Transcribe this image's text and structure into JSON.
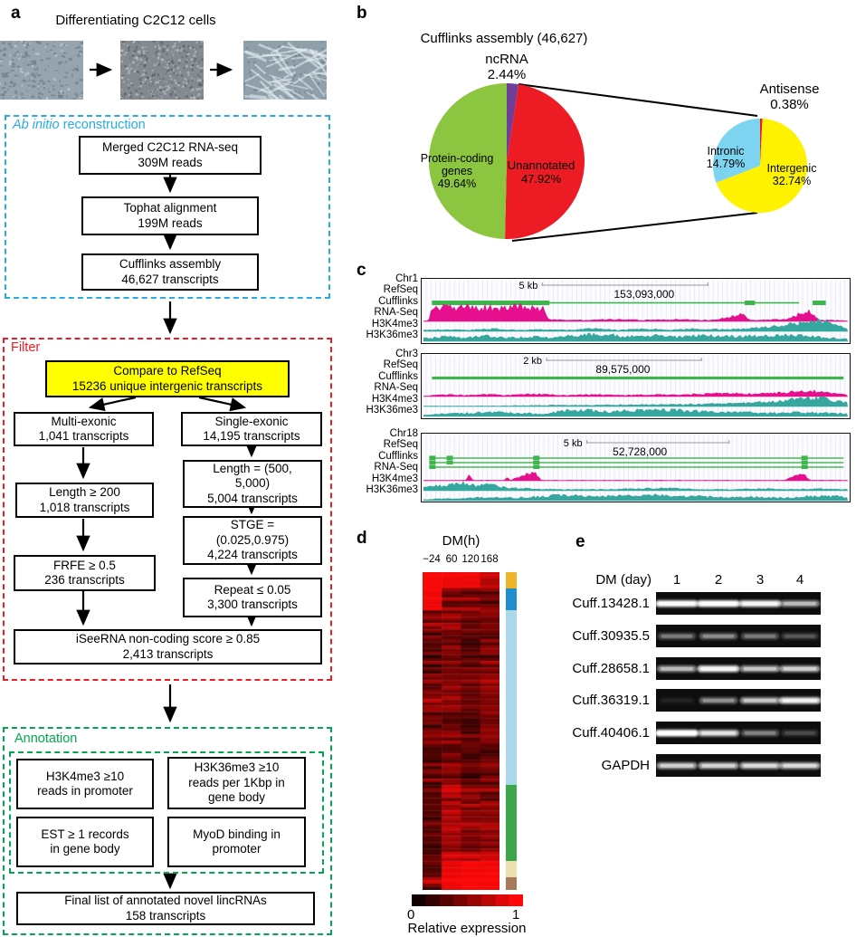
{
  "panels": {
    "a": "a",
    "b": "b",
    "c": "c",
    "d": "d",
    "e": "e"
  },
  "colors": {
    "ab_initio_cyan": "#29abe2",
    "filter_red": "#ec1c24",
    "annotation_green": "#00a651",
    "compare_box_yellow": "#ffff00",
    "track_green": "#3cb54a",
    "track_magenta": "#e6108e",
    "track_teal": "#35a79f",
    "heat_red": "#ff0000",
    "heat_black": "#120000"
  },
  "panel_a": {
    "title": "Differentiating C2C12 cells",
    "micrographs": [
      {
        "name": "proliferating-cells",
        "style": "sparse",
        "base": "#95a4ae",
        "dark": "#55636d",
        "light": "#cfdae0"
      },
      {
        "name": "confluent-cells",
        "style": "dense",
        "base": "#848b90",
        "dark": "#4e5357",
        "light": "#c9ced2"
      },
      {
        "name": "myotubes",
        "style": "streaks",
        "base": "#8fa0ab",
        "dark": "#5a6a74",
        "light": "#e8f0f4"
      }
    ],
    "ab_initio": {
      "label_italic": "Ab initio",
      "label_rest": " reconstruction",
      "boxes": [
        "Merged C2C12 RNA-seq\n309M reads",
        "Tophat alignment\n199M reads",
        "Cufflinks assembly\n46,627 transcripts"
      ]
    },
    "filter": {
      "label": "Filter",
      "compare_box": "Compare to RefSeq\n15236 unique intergenic transcripts",
      "left_branch": [
        "Multi-exonic\n1,041 transcripts",
        "Length ≥ 200\n1,018 transcripts",
        "FRFE ≥ 0.5\n236 transcripts"
      ],
      "right_branch": [
        "Single-exonic\n14,195 transcripts",
        "Length = (500,\n5,000)\n5,004 transcripts",
        "STGE =\n(0.025,0.975)\n4,224 transcripts",
        "Repeat ≤ 0.05\n3,300 transcripts"
      ],
      "merge_box": "iSeeRNA non-coding score ≥ 0.85\n2,413 transcripts"
    },
    "annotation": {
      "label": "Annotation",
      "criteria": [
        "H3K4me3 ≥10\nreads in promoter",
        "H3K36me3 ≥10\nreads per 1Kbp in\ngene body",
        "EST ≥ 1 records\nin gene body",
        "MyoD binding in\npromoter"
      ],
      "final_box": "Final list of annotated novel lincRNAs\n158 transcripts"
    }
  },
  "panel_b": {
    "labels": {
      "ncrna": "ncRNA\n2.44%",
      "protein": "Protein-coding\ngenes\n49.64%",
      "unannotated": "Unannotated\n47.92%",
      "antisense": "Antisense\n0.38%",
      "intronic": "Intronic\n14.79%",
      "intergenic": "Intergenic\n32.74%"
    }
  },
  "chart_data": [
    {
      "id": "cufflinks_pie",
      "type": "pie",
      "title": "Cufflinks assembly (46,627)",
      "slices": [
        {
          "label": "ncRNA",
          "value": 2.44,
          "color": "#6f3f98"
        },
        {
          "label": "Unannotated",
          "value": 47.92,
          "color": "#ed1c24"
        },
        {
          "label": "Protein-coding genes",
          "value": 49.64,
          "color": "#8cc540"
        }
      ]
    },
    {
      "id": "unannotated_zoom_pie",
      "type": "pie",
      "slices": [
        {
          "label": "Antisense",
          "value": 0.38,
          "color": "#ed1c24"
        },
        {
          "label": "Intergenic",
          "value": 32.74,
          "color": "#fef200"
        },
        {
          "label": "Intronic",
          "value": 14.79,
          "color": "#7dd4f0"
        }
      ]
    },
    {
      "id": "expression_heatmap",
      "type": "heatmap",
      "title": "DM(h)",
      "columns": [
        "−24",
        "60",
        "120",
        "168"
      ],
      "rows": 100,
      "seed": 20,
      "clusters": [
        {
          "name": "cluster-1",
          "color": "#f0b429",
          "rows": 5,
          "profile": [
            [
              0.95,
              1
            ],
            [
              0.9,
              1
            ],
            [
              0.9,
              1
            ],
            [
              0.55,
              1
            ]
          ]
        },
        {
          "name": "cluster-2",
          "color": "#1f8ece",
          "rows": 7,
          "profile": [
            [
              0.9,
              1
            ],
            [
              0.1,
              0.9
            ],
            [
              0.1,
              0.8
            ],
            [
              0.1,
              0.8
            ]
          ]
        },
        {
          "name": "cluster-3",
          "color": "#a8d8ea",
          "rows": 55,
          "profile": [
            [
              0,
              0.8
            ],
            [
              0.1,
              0.75
            ],
            [
              0.05,
              0.6
            ],
            [
              0.1,
              0.75
            ]
          ]
        },
        {
          "name": "cluster-4",
          "color": "#3ba64a",
          "rows": 24,
          "profile": [
            [
              0.05,
              0.6
            ],
            [
              0.35,
              1
            ],
            [
              0.25,
              0.9
            ],
            [
              0.15,
              0.95
            ]
          ]
        },
        {
          "name": "cluster-5",
          "color": "#ece0b2",
          "rows": 5,
          "profile": [
            [
              0.05,
              0.5
            ],
            [
              0.7,
              1
            ],
            [
              0.9,
              1
            ],
            [
              0.9,
              1
            ]
          ]
        },
        {
          "name": "cluster-6",
          "color": "#a5795a",
          "rows": 4,
          "profile": [
            [
              0.1,
              0.9
            ],
            [
              0.9,
              1
            ],
            [
              0.95,
              1
            ],
            [
              0.95,
              1
            ]
          ]
        }
      ],
      "colorbar": {
        "min_label": "0",
        "max_label": "1",
        "label": "Relative expression",
        "steps": 8
      }
    }
  ],
  "panel_c": {
    "tracks": [
      {
        "labels": [
          "Chr1",
          "RefSeq",
          "Cufflinks",
          "RNA-Seq",
          "H3K4me3",
          "H3K36me3"
        ],
        "scale_label": "5 kb",
        "position_label": "153,093,000",
        "seed": 101,
        "scale_line": [
          0.28,
          0.67
        ],
        "pos_text_frac": 0.52,
        "cufflinks": {
          "thin": [
            [
              0.02,
              0.885
            ]
          ],
          "thick": [
            [
              0.02,
              0.297
            ],
            [
              0.757,
              0.781
            ],
            [
              0.917,
              0.948
            ]
          ]
        },
        "rnaseq_env": [
          [
            0,
            1
          ],
          [
            0.012,
            1
          ],
          [
            0.018,
            14
          ],
          [
            0.03,
            19
          ],
          [
            0.05,
            20
          ],
          [
            0.28,
            20
          ],
          [
            0.295,
            3
          ],
          [
            0.36,
            2
          ],
          [
            0.44,
            3
          ],
          [
            0.52,
            2
          ],
          [
            0.6,
            3
          ],
          [
            0.68,
            2
          ],
          [
            0.752,
            10
          ],
          [
            0.77,
            2
          ],
          [
            0.85,
            3
          ],
          [
            0.912,
            16
          ],
          [
            0.932,
            2
          ],
          [
            0.97,
            2
          ],
          [
            1,
            1
          ]
        ],
        "h3k4me3_env": [
          [
            0,
            2
          ],
          [
            0.05,
            3
          ],
          [
            0.1,
            2
          ],
          [
            0.16,
            4
          ],
          [
            0.22,
            2
          ],
          [
            0.28,
            3
          ],
          [
            0.34,
            2
          ],
          [
            0.4,
            4
          ],
          [
            0.46,
            2
          ],
          [
            0.52,
            4
          ],
          [
            0.58,
            2
          ],
          [
            0.64,
            4
          ],
          [
            0.7,
            3
          ],
          [
            0.76,
            4
          ],
          [
            0.81,
            6
          ],
          [
            0.86,
            10
          ],
          [
            0.9,
            14
          ],
          [
            0.94,
            15
          ],
          [
            0.97,
            9
          ],
          [
            1,
            5
          ]
        ],
        "h3k36me3_env": [
          [
            0,
            4
          ],
          [
            0.05,
            7
          ],
          [
            0.1,
            5
          ],
          [
            0.15,
            8
          ],
          [
            0.2,
            5
          ],
          [
            0.25,
            7
          ],
          [
            0.3,
            5
          ],
          [
            0.36,
            9
          ],
          [
            0.42,
            10
          ],
          [
            0.48,
            7
          ],
          [
            0.54,
            9
          ],
          [
            0.6,
            6
          ],
          [
            0.66,
            9
          ],
          [
            0.72,
            7
          ],
          [
            0.78,
            8
          ],
          [
            0.84,
            9
          ],
          [
            0.9,
            8
          ],
          [
            0.95,
            5
          ],
          [
            1,
            4
          ]
        ]
      },
      {
        "labels": [
          "Chr3",
          "RefSeq",
          "Cufflinks",
          "RNA-Seq",
          "H3K4me3",
          "H3K36me3"
        ],
        "scale_label": "2 kb",
        "position_label": "89,575,000",
        "seed": 202,
        "scale_line": [
          0.29,
          0.655
        ],
        "pos_text_frac": 0.47,
        "cufflinks": {
          "thin": [],
          "thick": [
            [
              0.02,
              0.99
            ]
          ]
        },
        "rnaseq_env": [
          [
            0,
            1
          ],
          [
            0.06,
            3
          ],
          [
            0.1,
            2
          ],
          [
            0.15,
            3
          ],
          [
            0.2,
            2
          ],
          [
            0.27,
            4
          ],
          [
            0.33,
            2
          ],
          [
            0.4,
            3
          ],
          [
            0.47,
            2
          ],
          [
            0.53,
            3
          ],
          [
            0.6,
            3
          ],
          [
            0.66,
            4
          ],
          [
            0.72,
            5
          ],
          [
            0.78,
            4
          ],
          [
            0.83,
            5
          ],
          [
            0.88,
            7
          ],
          [
            0.93,
            8
          ],
          [
            0.97,
            5
          ],
          [
            1,
            2
          ]
        ],
        "h3k4me3_env": [
          [
            0,
            1
          ],
          [
            0.15,
            1
          ],
          [
            0.3,
            2
          ],
          [
            0.4,
            2
          ],
          [
            0.5,
            3
          ],
          [
            0.6,
            3
          ],
          [
            0.68,
            4
          ],
          [
            0.75,
            5
          ],
          [
            0.8,
            6
          ],
          [
            0.85,
            8
          ],
          [
            0.9,
            12
          ],
          [
            0.94,
            13
          ],
          [
            0.97,
            8
          ],
          [
            1,
            5
          ]
        ],
        "h3k36me3_env": [
          [
            0,
            2
          ],
          [
            0.05,
            4
          ],
          [
            0.1,
            5
          ],
          [
            0.16,
            6
          ],
          [
            0.22,
            5
          ],
          [
            0.28,
            4
          ],
          [
            0.33,
            8
          ],
          [
            0.38,
            9
          ],
          [
            0.44,
            7
          ],
          [
            0.5,
            9
          ],
          [
            0.56,
            10
          ],
          [
            0.62,
            8
          ],
          [
            0.68,
            7
          ],
          [
            0.75,
            6
          ],
          [
            0.82,
            5
          ],
          [
            0.88,
            6
          ],
          [
            0.94,
            5
          ],
          [
            1,
            4
          ]
        ]
      },
      {
        "labels": [
          "Chr18",
          "RefSeq",
          "Cufflinks",
          "RNA-Seq",
          "H3K4me3",
          "H3K36me3"
        ],
        "scale_label": "5 kb",
        "position_label": "52,728,000",
        "seed": 303,
        "scale_line": [
          0.385,
          0.72
        ],
        "pos_text_frac": 0.51,
        "cufflinks": {
          "iso_lines": 3,
          "span": [
            0.015,
            0.99
          ],
          "exons": [
            0.021,
            0.062,
            0.266,
            0.898
          ]
        },
        "rnaseq_env": [
          [
            0,
            1
          ],
          [
            0.1,
            1
          ],
          [
            0.105,
            8
          ],
          [
            0.118,
            1
          ],
          [
            0.19,
            1
          ],
          [
            0.196,
            5
          ],
          [
            0.205,
            1
          ],
          [
            0.262,
            14
          ],
          [
            0.278,
            1
          ],
          [
            0.35,
            1
          ],
          [
            0.45,
            1
          ],
          [
            0.55,
            1
          ],
          [
            0.65,
            1
          ],
          [
            0.75,
            1
          ],
          [
            0.85,
            1
          ],
          [
            0.892,
            12
          ],
          [
            0.91,
            1
          ],
          [
            1,
            1
          ]
        ],
        "h3k4me3_env": [
          [
            0,
            5
          ],
          [
            0.03,
            9
          ],
          [
            0.05,
            6
          ],
          [
            0.09,
            13
          ],
          [
            0.12,
            7
          ],
          [
            0.16,
            9
          ],
          [
            0.2,
            4
          ],
          [
            0.26,
            3
          ],
          [
            0.32,
            2
          ],
          [
            0.4,
            2
          ],
          [
            0.5,
            3
          ],
          [
            0.58,
            4
          ],
          [
            0.65,
            2
          ],
          [
            0.72,
            2
          ],
          [
            0.8,
            3
          ],
          [
            0.88,
            2
          ],
          [
            0.94,
            3
          ],
          [
            1,
            2
          ]
        ],
        "h3k36me3_env": [
          [
            0,
            2
          ],
          [
            0.05,
            3
          ],
          [
            0.1,
            4
          ],
          [
            0.15,
            5
          ],
          [
            0.2,
            4
          ],
          [
            0.25,
            5
          ],
          [
            0.3,
            7
          ],
          [
            0.35,
            8
          ],
          [
            0.4,
            6
          ],
          [
            0.45,
            7
          ],
          [
            0.5,
            8
          ],
          [
            0.55,
            9
          ],
          [
            0.6,
            7
          ],
          [
            0.65,
            6
          ],
          [
            0.7,
            5
          ],
          [
            0.75,
            6
          ],
          [
            0.8,
            5
          ],
          [
            0.85,
            4
          ],
          [
            0.9,
            6
          ],
          [
            0.95,
            7
          ],
          [
            1,
            5
          ]
        ]
      }
    ]
  },
  "panel_e": {
    "header": "DM (day)",
    "lanes": [
      "1",
      "2",
      "3",
      "4"
    ],
    "rows": [
      {
        "label": "Cuff.13428.1",
        "bands": [
          0.92,
          0.95,
          0.85,
          0.5
        ]
      },
      {
        "label": "Cuff.30935.5",
        "bands": [
          0.28,
          0.33,
          0.28,
          0.18
        ]
      },
      {
        "label": "Cuff.28658.1",
        "bands": [
          0.5,
          0.85,
          0.55,
          0.6
        ]
      },
      {
        "label": "Cuff.36319.1",
        "bands": [
          0.05,
          0.35,
          0.55,
          0.8
        ]
      },
      {
        "label": "Cuff.40406.1",
        "bands": [
          1.0,
          0.7,
          0.3,
          0.15
        ]
      },
      {
        "label": "GAPDH",
        "bands": [
          0.6,
          0.62,
          0.65,
          0.65
        ]
      }
    ]
  }
}
